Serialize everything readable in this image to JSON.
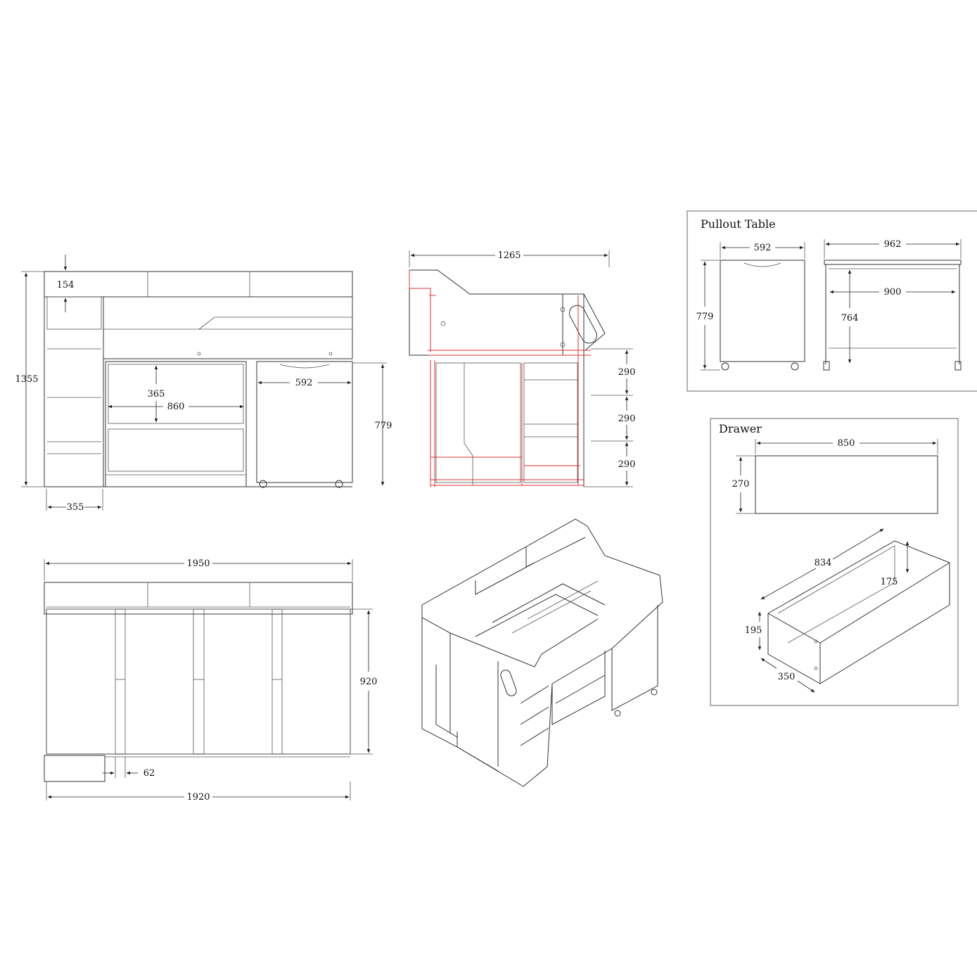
{
  "panels": {
    "pullout_table": {
      "title": "Pullout Table"
    },
    "drawer": {
      "title": "Drawer"
    }
  },
  "dimensions": {
    "front": {
      "height_total": "1355",
      "top_shelf": "154",
      "desk_gap": "365",
      "desk_width": "860",
      "table_width": "592",
      "table_height": "779",
      "ladder_width": "355"
    },
    "side": {
      "depth": "1265",
      "step_1": "290",
      "step_2": "290",
      "step_3": "290"
    },
    "top": {
      "overall_length": "1950",
      "inner_length": "1920",
      "slat_depth": "920",
      "gap": "62"
    },
    "pullout_table": {
      "width": "592",
      "depth": "962",
      "height": "779",
      "inner_width": "900",
      "inner_height": "764"
    },
    "drawer": {
      "front_width": "850",
      "front_height": "270",
      "box_length": "834",
      "box_depth": "175",
      "box_height": "195",
      "box_width": "350"
    }
  }
}
